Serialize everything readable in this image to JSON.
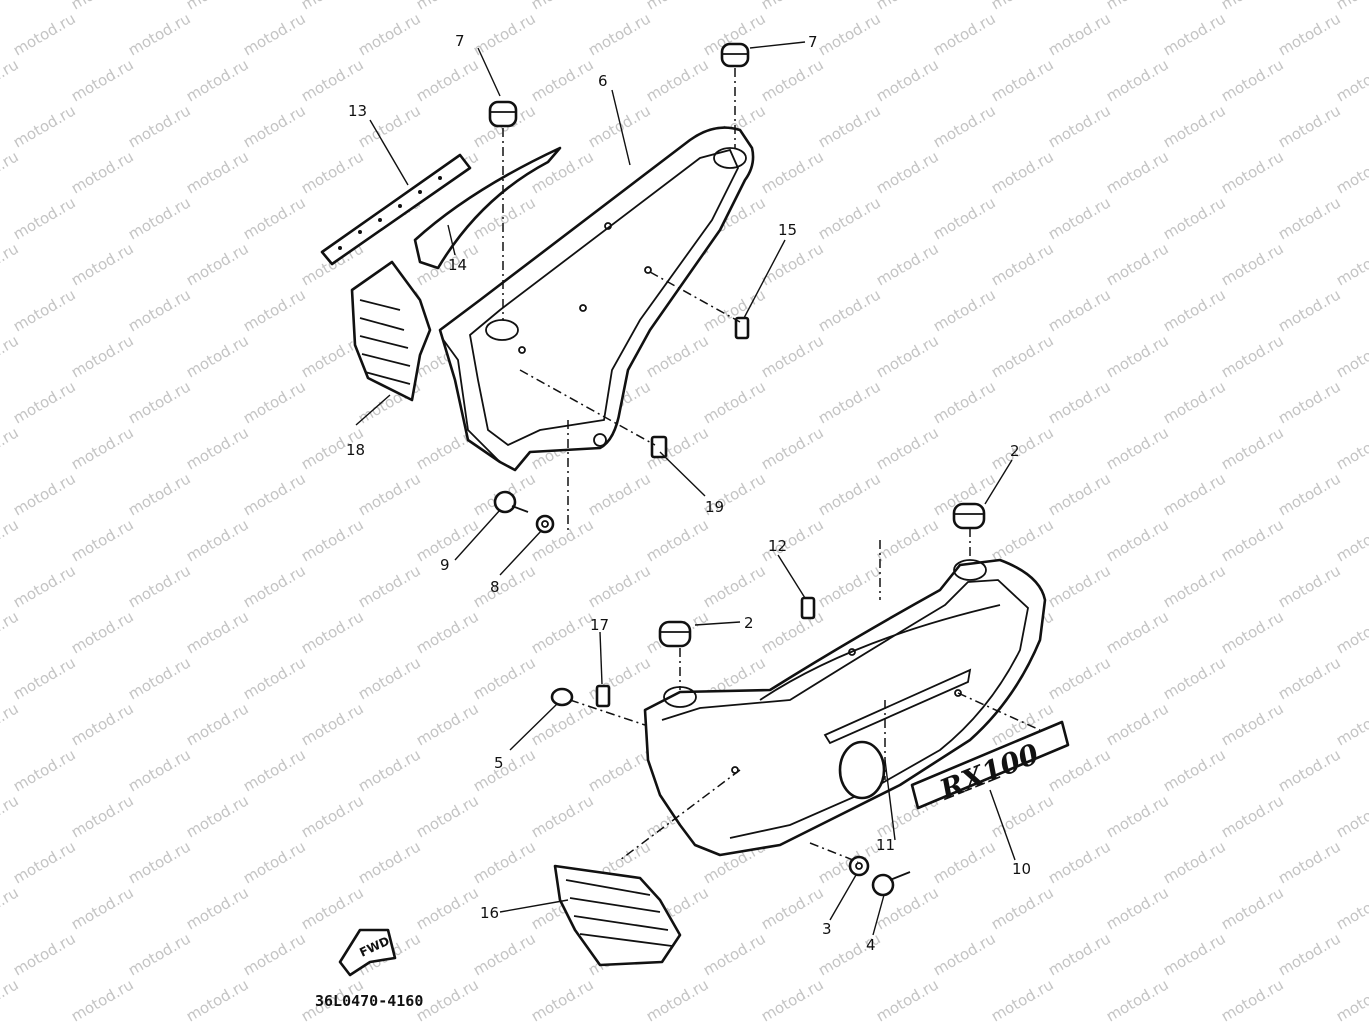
{
  "watermark": {
    "text": "motod.ru"
  },
  "diagram_code": "36L0470-4160",
  "fwd_label": "FWD",
  "emblem_text": "RX100",
  "callouts": {
    "c2a": "2",
    "c2b": "2",
    "c3": "3",
    "c4": "4",
    "c5": "5",
    "c6": "6",
    "c7a": "7",
    "c7b": "7",
    "c8": "8",
    "c9": "9",
    "c10": "10",
    "c11": "11",
    "c12": "12",
    "c13": "13",
    "c14": "14",
    "c15": "15",
    "c16": "16",
    "c17": "17",
    "c18": "18",
    "c19": "19"
  }
}
